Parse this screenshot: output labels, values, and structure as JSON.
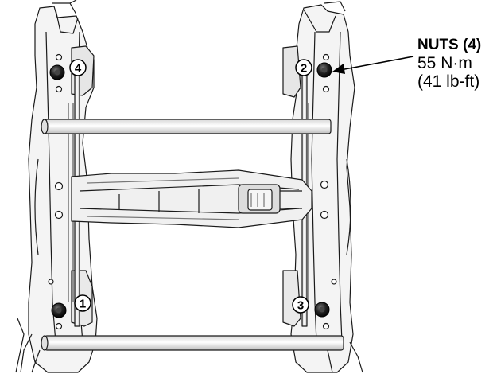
{
  "callout": {
    "title": "NUTS (4)",
    "torque_metric": "55 N·m",
    "torque_imperial": "(41 lb-ft)"
  },
  "markers": [
    {
      "number": "4",
      "label": "4"
    },
    {
      "number": "2",
      "label": "2"
    },
    {
      "number": "1",
      "label": "1"
    },
    {
      "number": "3",
      "label": "3"
    }
  ],
  "colors": {
    "line": "#1a1a1a",
    "frame_fill": "#f4f4f4",
    "shade": "#cfcfcf",
    "nut": "#111111"
  }
}
